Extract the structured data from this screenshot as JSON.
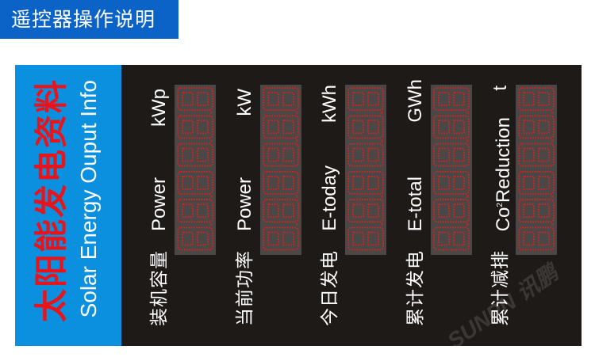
{
  "header": {
    "title": "遥控器操作说明"
  },
  "panel": {
    "title_cn": "太阳能发电资料",
    "title_en": "Solar Energy  Ouput Info",
    "watermark": "SUNPN 讯鹏",
    "colors": {
      "title_bg": "#0b63c8",
      "side_bg": "#0b90e0",
      "panel_bg": "#1e1a18",
      "led": "#e0201c",
      "title_red": "#e8141c"
    },
    "rows": [
      {
        "label_cn": "装机容量",
        "label_en": "Power",
        "unit": "kWp",
        "digits": "888888"
      },
      {
        "label_cn": "当前功率",
        "label_en": "Power",
        "unit": "kW",
        "digits": "888888"
      },
      {
        "label_cn": "今日发电",
        "label_en": "E-today",
        "unit": "kWh",
        "digits": "888888"
      },
      {
        "label_cn": "累计发电",
        "label_en": "E-total",
        "unit": "GWh",
        "digits": "888888"
      },
      {
        "label_cn": "累计减排",
        "label_en_main": "Co",
        "label_en_sup": "2",
        "label_en_rest": "Reduction",
        "unit": "t",
        "digits": "888888"
      }
    ]
  }
}
